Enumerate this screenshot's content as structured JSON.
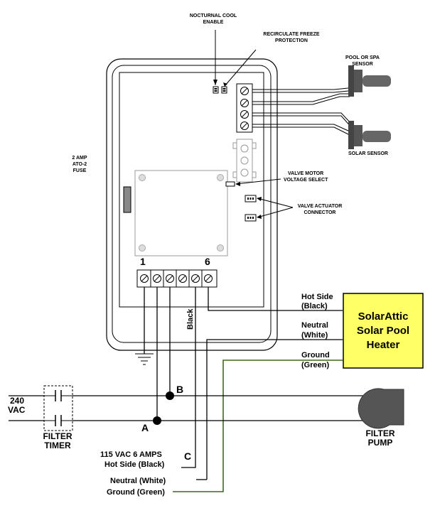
{
  "labels": {
    "nocturnal_cool": [
      "NOCTURNAL COOL",
      "ENABLE"
    ],
    "recirculate_freeze": [
      "RECIRCULATE FREEZE",
      "PROTECTION"
    ],
    "pool_spa_sensor": [
      "POOL OR SPA",
      "SENSOR"
    ],
    "solar_sensor": "SOLAR SENSOR",
    "fuse": [
      "2 AMP",
      "ATO-2",
      "FUSE"
    ],
    "valve_motor": [
      "VALVE MOTOR",
      "VOLTAGE SELECT"
    ],
    "valve_actuator": [
      "VALVE ACTUATOR",
      "CONNECTOR"
    ],
    "terminal_1": "1",
    "terminal_6": "6",
    "black_vertical": "Black",
    "hot_side": [
      "Hot Side",
      "(Black)"
    ],
    "neutral": [
      "Neutral",
      "(White)"
    ],
    "ground": [
      "Ground",
      "(Green)"
    ],
    "heater": [
      "SolarAttic",
      "Solar Pool",
      "Heater"
    ],
    "vac240": [
      "240",
      "VAC"
    ],
    "filter_timer": [
      "FILTER",
      "TIMER"
    ],
    "filter_pump": [
      "FILTER",
      "PUMP"
    ],
    "point_a": "A",
    "point_b": "B",
    "point_c": "C",
    "vac115": [
      "115 VAC 6 AMPS",
      "Hot Side (Black)"
    ],
    "bottom_neutral": "Neutral (White)",
    "bottom_ground": "Ground (Green)"
  },
  "colors": {
    "heater_fill": "#ffff66",
    "ground_wire": "#3c6a1e",
    "pump_fill": "#555555",
    "panel_stroke": "#999999"
  }
}
